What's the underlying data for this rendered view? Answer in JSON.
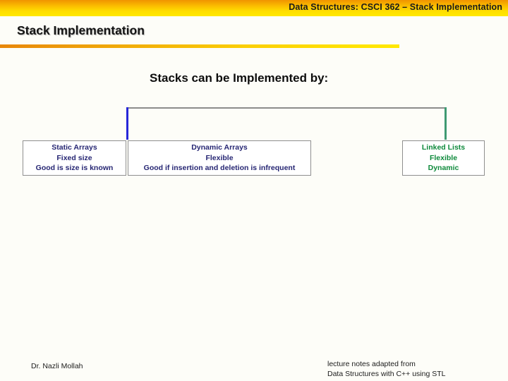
{
  "banner": {
    "title": "Data Structures:  CSCI 362 – Stack Implementation",
    "gradient_from": "#f09400",
    "gradient_to": "#ffe800"
  },
  "slide": {
    "title": "Stack Implementation",
    "rule_from": "#e8870a",
    "rule_to": "#ffe800",
    "heading": "Stacks can be Implemented by:"
  },
  "diagram": {
    "connector_color": "#8c8c8c",
    "left_stem_color": "#2626d9",
    "right_stem_color": "#3f9a72",
    "options": [
      {
        "name": "static-arrays",
        "color": "#262673",
        "lines": [
          "Static Arrays",
          "Fixed size",
          "Good is size is known"
        ]
      },
      {
        "name": "dynamic-arrays",
        "color": "#262673",
        "lines": [
          "Dynamic Arrays",
          "Flexible",
          "Good if insertion and deletion is infrequent"
        ]
      },
      {
        "name": "linked-lists",
        "color": "#0f8a3c",
        "lines": [
          "Linked Lists",
          "Flexible",
          "Dynamic"
        ]
      }
    ]
  },
  "footer": {
    "author": "Dr. Nazli Mollah",
    "credit_line_1": "lecture notes adapted from",
    "credit_line_2": "Data Structures with C++ using STL"
  }
}
